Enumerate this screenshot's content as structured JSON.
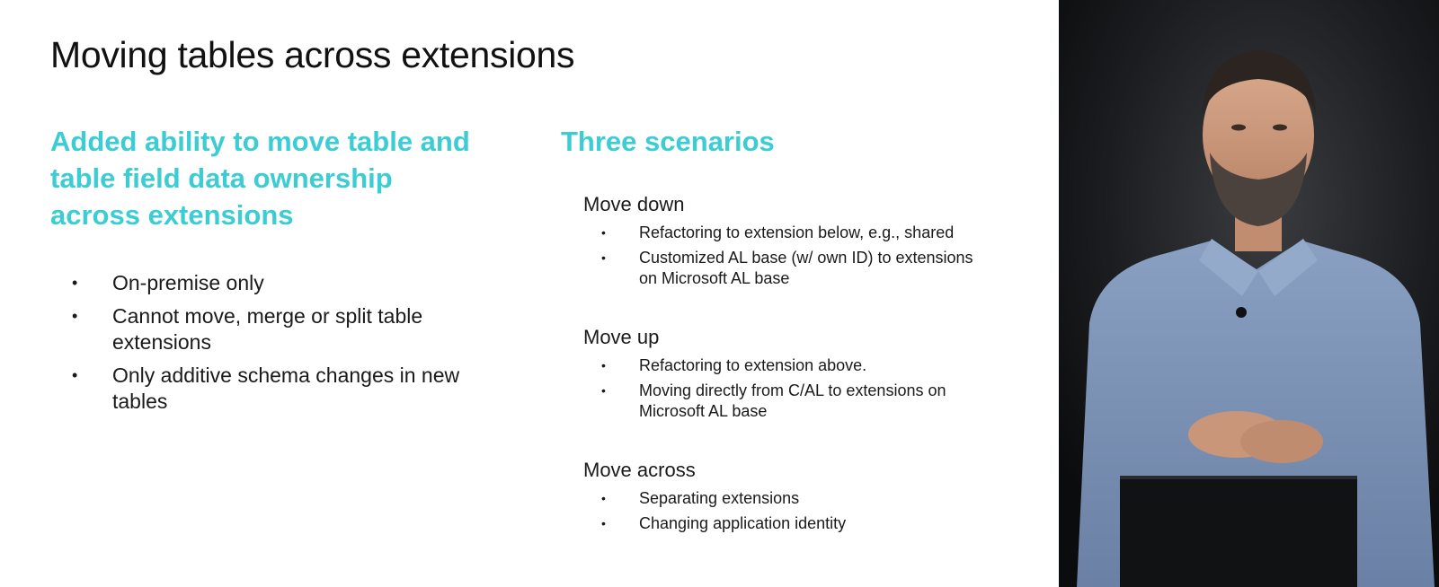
{
  "slide": {
    "title": "Moving tables across extensions",
    "left": {
      "heading_lines": [
        "Added ability to move table and",
        "table field data ownership",
        "across extensions"
      ],
      "bullets": [
        {
          "lines": [
            "On-premise only"
          ]
        },
        {
          "lines": [
            "Cannot move, merge or split table",
            "extensions"
          ]
        },
        {
          "lines": [
            "Only additive schema changes in new",
            "tables"
          ]
        }
      ]
    },
    "right": {
      "heading": "Three scenarios",
      "scenarios": [
        {
          "title": "Move down",
          "items": [
            {
              "lines": [
                "Refactoring to extension below, e.g., shared"
              ]
            },
            {
              "lines": [
                "Customized AL base (w/ own ID) to extensions",
                "on Microsoft AL base"
              ]
            }
          ]
        },
        {
          "title": "Move up",
          "items": [
            {
              "lines": [
                "Refactoring to extension above."
              ]
            },
            {
              "lines": [
                "Moving directly from C/AL to extensions on",
                "Microsoft AL base"
              ]
            }
          ]
        },
        {
          "title": "Move across",
          "items": [
            {
              "lines": [
                "Separating extensions"
              ]
            },
            {
              "lines": [
                "Changing application identity"
              ]
            }
          ]
        }
      ]
    },
    "bullet_glyph": "•"
  },
  "colors": {
    "accent": "#3ccdd4",
    "text": "#1a1a1a",
    "slide_background": "#ffffff",
    "video_background": "#1a1b1d",
    "shirt": "#7d93b5"
  },
  "icons": {
    "speaker": "presenter-video-feed"
  }
}
